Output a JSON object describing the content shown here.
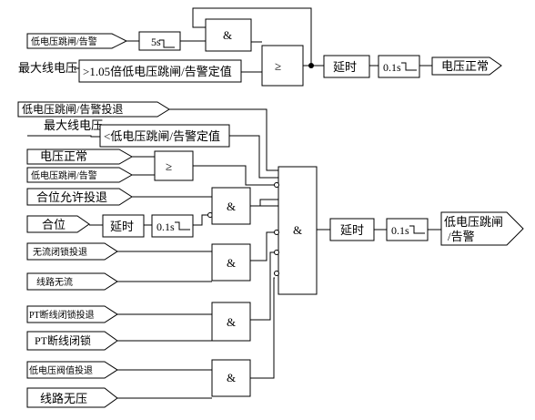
{
  "top": {
    "input_low_voltage": "低电压跳闸/告警",
    "timer_5s": "5s",
    "input_max_line_voltage": "最大线电压",
    "compare_box": ">1.05倍低电压跳闸/告警定值",
    "and_label": "&",
    "ge_label": "≥",
    "delay_label": "延时",
    "timer_01": "0.1s",
    "output_normal": "电压正常"
  },
  "bottom": {
    "input_trip_exit": "低电压跳闸/告警投退",
    "input_max_line_voltage": "最大线电压",
    "compare_box": "<低电压跳闸/告警定值",
    "input_voltage_normal": "电压正常",
    "input_low_voltage": "低电压跳闸/告警",
    "ge_label": "≥",
    "input_close_permit": "合位允许投退",
    "input_closed": "合位",
    "delay_label": "延时",
    "timer_01": "0.1s",
    "input_noflow_lock": "无流闭锁投退",
    "input_line_noflow": "线路无流",
    "input_pt_lock_exit": "PT断线闭锁投退",
    "input_pt_lock": "PT断线闭锁",
    "input_threshold_exit": "低电压阀值投退",
    "input_line_novolt": "线路无压",
    "and_label": "&",
    "big_and_label": "&",
    "out_delay_label": "延时",
    "out_timer": "0.1s",
    "output_line1": "低电压跳闸",
    "output_line2": "/告警"
  }
}
